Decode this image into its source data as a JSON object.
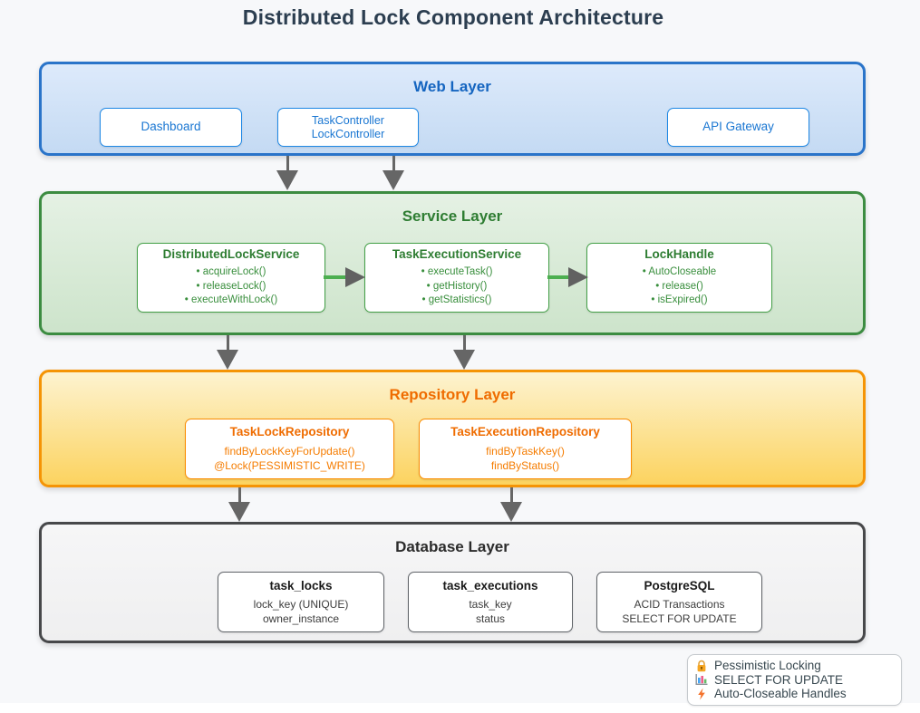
{
  "title": "Distributed Lock Component Architecture",
  "layers": {
    "web": {
      "label": "Web Layer",
      "boxes": [
        {
          "lines": [
            "Dashboard"
          ]
        },
        {
          "lines": [
            "TaskController",
            "LockController"
          ]
        },
        {
          "lines": [
            "API Gateway"
          ]
        }
      ]
    },
    "service": {
      "label": "Service Layer",
      "boxes": [
        {
          "title": "DistributedLockService",
          "items": [
            "• acquireLock()",
            "• releaseLock()",
            "• executeWithLock()"
          ]
        },
        {
          "title": "TaskExecutionService",
          "items": [
            "• executeTask()",
            "• getHistory()",
            "• getStatistics()"
          ]
        },
        {
          "title": "LockHandle",
          "items": [
            "• AutoCloseable",
            "• release()",
            "• isExpired()"
          ]
        }
      ]
    },
    "repository": {
      "label": "Repository Layer",
      "boxes": [
        {
          "title": "TaskLockRepository",
          "items": [
            "findByLockKeyForUpdate()",
            "@Lock(PESSIMISTIC_WRITE)"
          ]
        },
        {
          "title": "TaskExecutionRepository",
          "items": [
            "findByTaskKey()",
            "findByStatus()"
          ]
        }
      ]
    },
    "database": {
      "label": "Database Layer",
      "boxes": [
        {
          "title": "task_locks",
          "items": [
            "lock_key (UNIQUE)",
            "owner_instance"
          ]
        },
        {
          "title": "task_executions",
          "items": [
            "task_key",
            "status"
          ]
        },
        {
          "title": "PostgreSQL",
          "items": [
            "ACID Transactions",
            "SELECT FOR UPDATE"
          ]
        }
      ]
    }
  },
  "legend": {
    "items": [
      {
        "icon": "lock-icon",
        "label": "Pessimistic Locking"
      },
      {
        "icon": "bar-chart-icon",
        "label": "SELECT FOR UPDATE"
      },
      {
        "icon": "lightning-icon",
        "label": "Auto-Closeable Handles"
      }
    ]
  },
  "colors": {
    "title_text": "#2c3e50",
    "web_border": "#2a74c9",
    "web_text": "#1976d2",
    "service_border": "#3c8c41",
    "service_text": "#2e7d32",
    "repository_border": "#f59405",
    "repository_text": "#ef6c00",
    "database_border": "#47484a",
    "database_text": "#2b2b2b",
    "arrow": "#666666",
    "connector": "#4caf50"
  }
}
